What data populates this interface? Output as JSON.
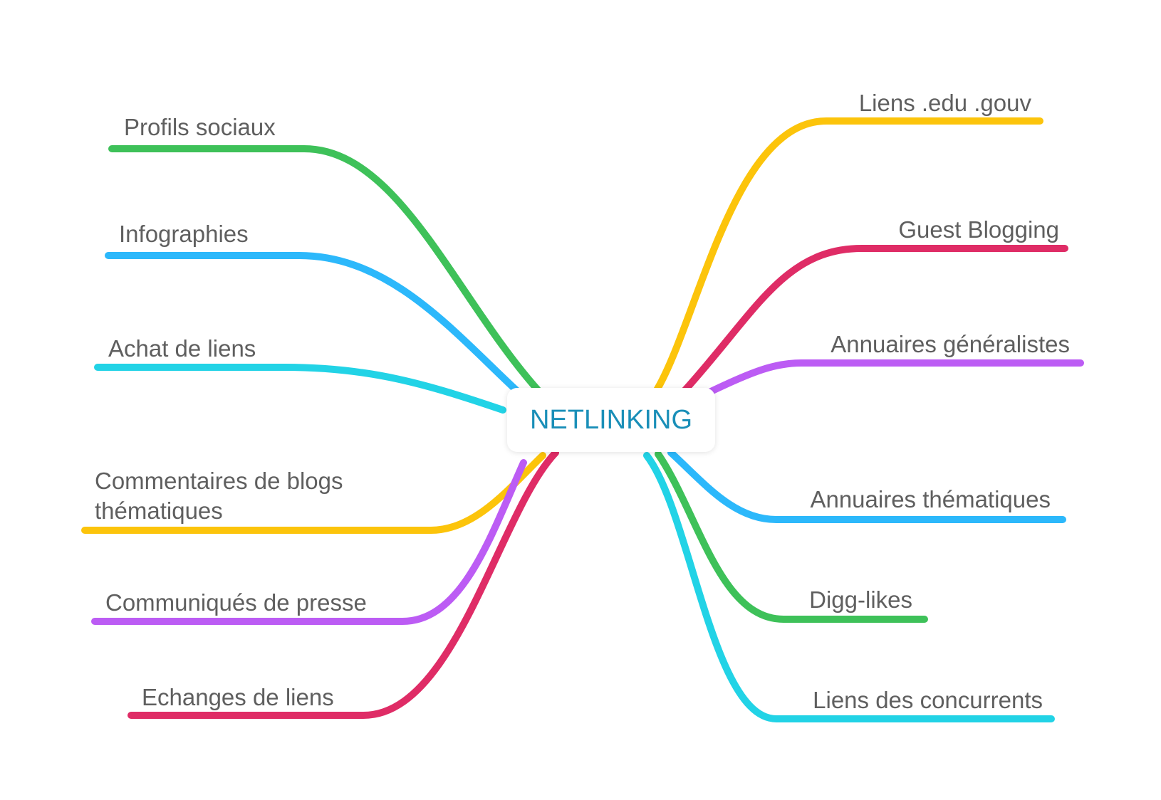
{
  "center": {
    "label": "NETLINKING",
    "color": "#1a8fb8"
  },
  "branches": {
    "left": [
      {
        "label": "Profils sociaux",
        "color": "#3ec159"
      },
      {
        "label": "Infographies",
        "color": "#2cb8fb"
      },
      {
        "label": "Achat de liens",
        "color": "#22d3e6"
      },
      {
        "label_lines": [
          "Commentaires de blogs",
          "thématiques"
        ],
        "color": "#fcc40b"
      },
      {
        "label": "Communiqués de presse",
        "color": "#bc5cf4"
      },
      {
        "label": "Echanges de liens",
        "color": "#df2c66"
      }
    ],
    "right": [
      {
        "label": "Liens .edu .gouv",
        "color": "#fcc40b"
      },
      {
        "label": "Guest Blogging",
        "color": "#df2c66"
      },
      {
        "label": "Annuaires généralistes",
        "color": "#bc5cf4"
      },
      {
        "label": "Annuaires thématiques",
        "color": "#2cb8fb"
      },
      {
        "label": "Digg-likes",
        "color": "#3ec159"
      },
      {
        "label": "Liens des concurrents",
        "color": "#22d3e6"
      }
    ]
  }
}
